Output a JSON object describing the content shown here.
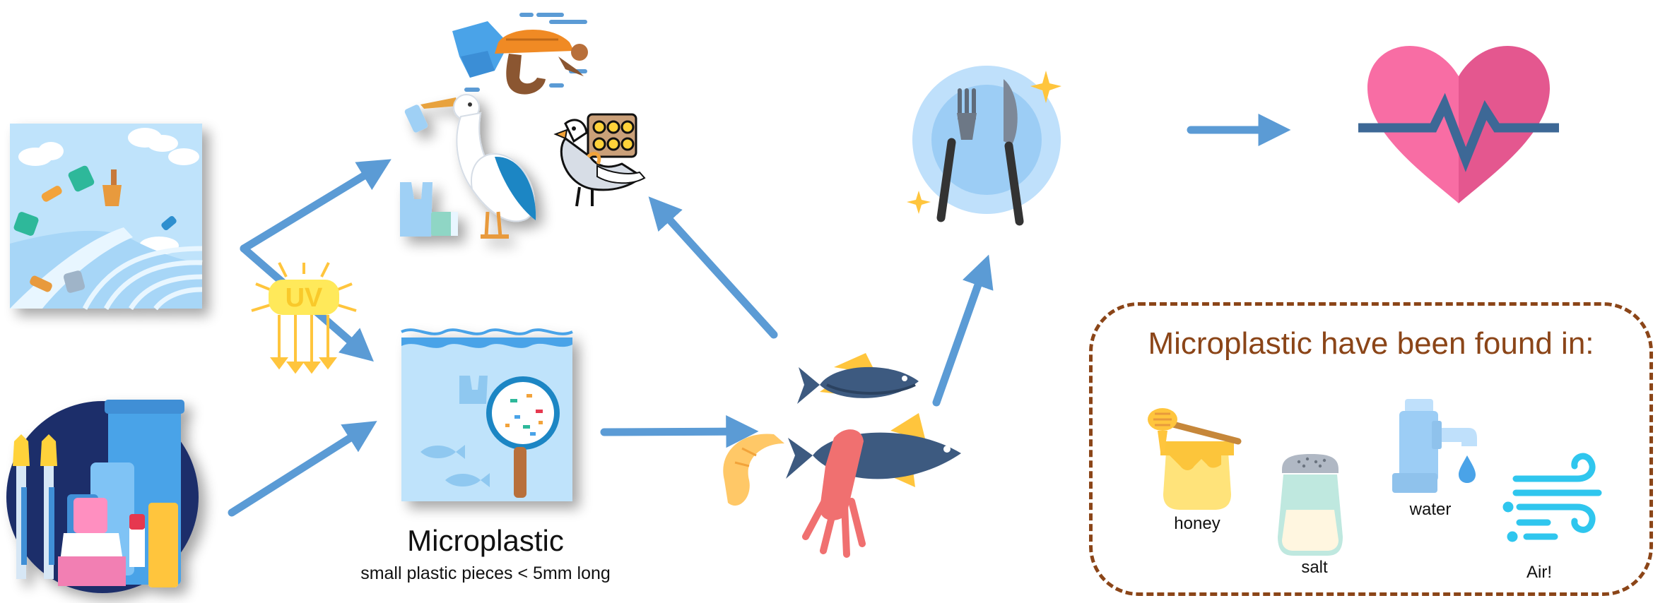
{
  "diagram": {
    "microplastic": {
      "title": "Microplastic",
      "subtitle": "small plastic pieces < 5mm long"
    },
    "uv_label": "UV",
    "found_in": {
      "heading": "Microplastic have been found in:",
      "items": [
        {
          "label": "honey",
          "icon": "honey-jar-icon"
        },
        {
          "label": "salt",
          "icon": "salt-shaker-icon"
        },
        {
          "label": "water",
          "icon": "faucet-icon"
        },
        {
          "label": "Air!",
          "icon": "wind-icon"
        }
      ]
    },
    "colors": {
      "arrow": "#5b9bd5",
      "sky": "#bfe3fb",
      "heart": "#f0649c",
      "box_border": "#8b4518",
      "fish": "#3d5a80",
      "sun": "#ffd23a"
    },
    "icons": [
      "ocean-plastic-icon",
      "cosmetics-icon",
      "sun-uv-icon",
      "turtle-plastic-icon",
      "bird-plastic-icon",
      "seagull-icon",
      "microplastic-water-icon",
      "seafood-icon",
      "plate-cutlery-icon",
      "heart-health-icon"
    ]
  }
}
